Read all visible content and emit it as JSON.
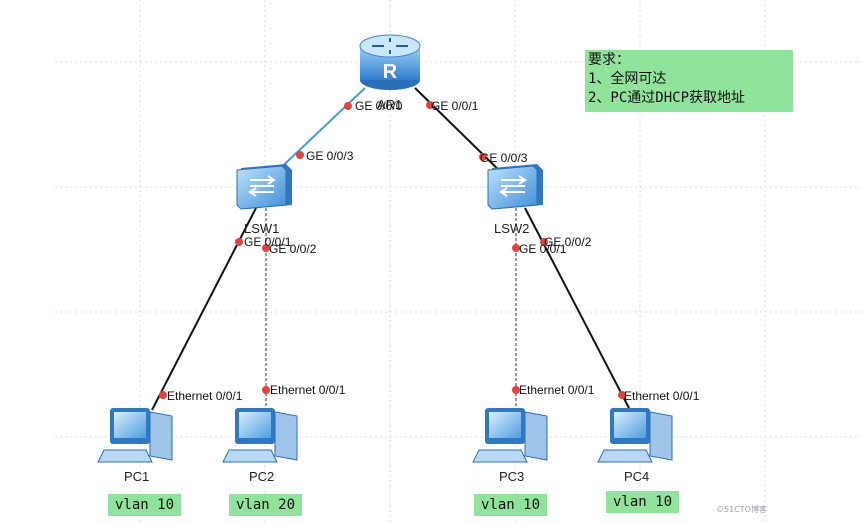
{
  "devices": {
    "router": "AR1",
    "lsw1": "LSW1",
    "lsw2": "LSW2",
    "pc1": "PC1",
    "pc2": "PC2",
    "pc3": "PC3",
    "pc4": "PC4"
  },
  "ports": {
    "ar1_ge000": "GE 0/0/0",
    "ar1_ge001": "GE 0/0/1",
    "lsw1_ge003": "GE 0/0/3",
    "lsw1_ge001": "GE 0/0/1",
    "lsw1_ge002": "GE 0/0/2",
    "lsw2_ge003": "GE 0/0/3",
    "lsw2_ge001": "GE 0/0/1",
    "lsw2_ge002": "GE 0/0/2",
    "pc1_eth": "Ethernet 0/0/1",
    "pc2_eth": "Ethernet 0/0/1",
    "pc3_eth": "Ethernet 0/0/1",
    "pc4_eth": "Ethernet 0/0/1"
  },
  "vlans": {
    "pc1": "vlan 10",
    "pc2": "vlan 20",
    "pc3": "vlan 10",
    "pc4": "vlan 10"
  },
  "requirements": {
    "title": "要求：",
    "item1": "1、全网可达",
    "item2": "2、PC通过DHCP获取地址"
  },
  "watermark": "©51CTO博客",
  "colors": {
    "router_link": "#3d9fd8",
    "access_link": "#111111",
    "dashed_link": "#9a9a9a",
    "port_dot": "#e8403a",
    "label_bg": "#8fe39a",
    "device_blue": "#3d88d6"
  }
}
